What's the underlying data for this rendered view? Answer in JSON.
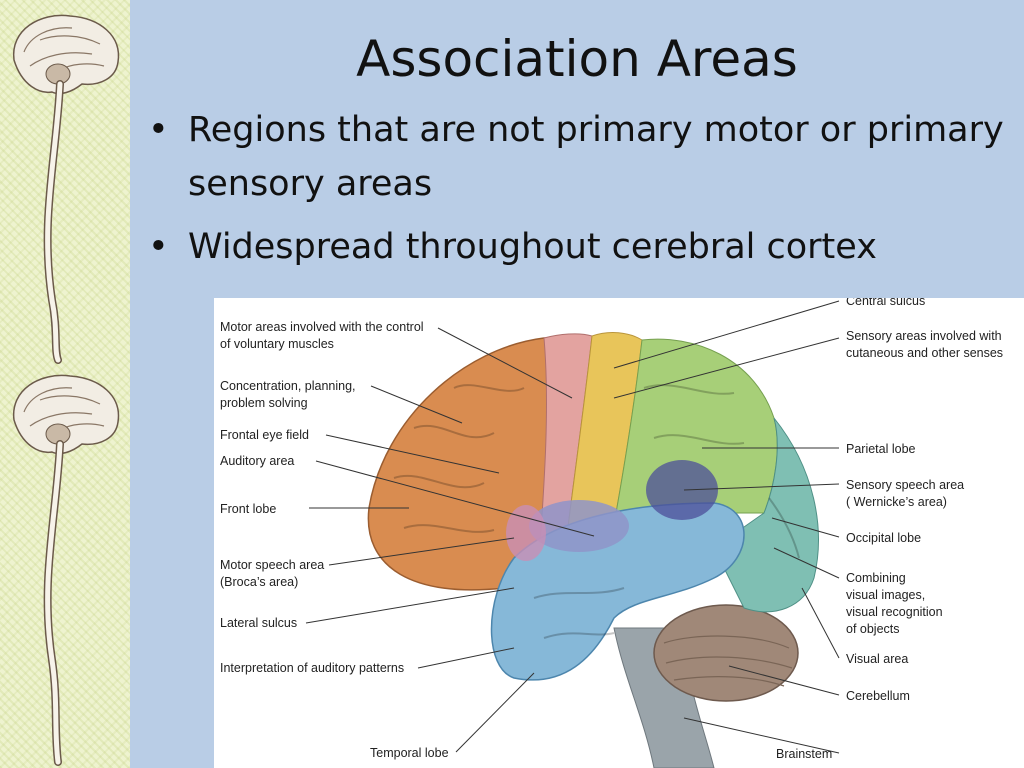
{
  "slide": {
    "title": "Association Areas",
    "bullets": [
      {
        "line1": "Regions that are not primary motor or primary",
        "line2": "sensory areas"
      },
      {
        "line1": "Widespread throughout cerebral cortex"
      }
    ],
    "bullet_glyph": "•"
  },
  "figure": {
    "labels_left": [
      {
        "line1": "Motor areas involved with the control",
        "line2": "of voluntary muscles"
      },
      {
        "line1": "Concentration, planning,",
        "line2": "problem solving"
      },
      {
        "line1": "Frontal eye field"
      },
      {
        "line1": "Auditory area"
      },
      {
        "line1": "Front lobe"
      },
      {
        "line1": "Motor speech area",
        "line2": "(Broca’s area)"
      },
      {
        "line1": "Lateral sulcus"
      },
      {
        "line1": "Interpretation of auditory patterns"
      },
      {
        "line1": "Temporal lobe"
      }
    ],
    "labels_right": [
      {
        "line1": "Central sulcus"
      },
      {
        "line1": "Sensory areas involved with",
        "line2": "cutaneous and other senses"
      },
      {
        "line1": "Parietal lobe"
      },
      {
        "line1": "Sensory speech area",
        "line2": "( Wernicke’s area)"
      },
      {
        "line1": "Occipital lobe"
      },
      {
        "line1": "Combining",
        "line2": "visual images,",
        "line3": "visual recognition",
        "line4": "of objects"
      },
      {
        "line1": "Visual area"
      },
      {
        "line1": "Cerebellum"
      },
      {
        "line1": "Brainstem"
      }
    ],
    "colors": {
      "frontal": "#d98c50",
      "motor": "#e3a3a0",
      "sensory": "#e8c55a",
      "parietal": "#a7cf78",
      "occipital": "#7fbfb3",
      "temporal": "#86b8d8",
      "auditory": "#8f94c9",
      "wernicke": "#4c4f9a",
      "broca": "#c88fb5",
      "cerebellum": "#a08878",
      "brainstem": "#9aa4aa"
    }
  }
}
